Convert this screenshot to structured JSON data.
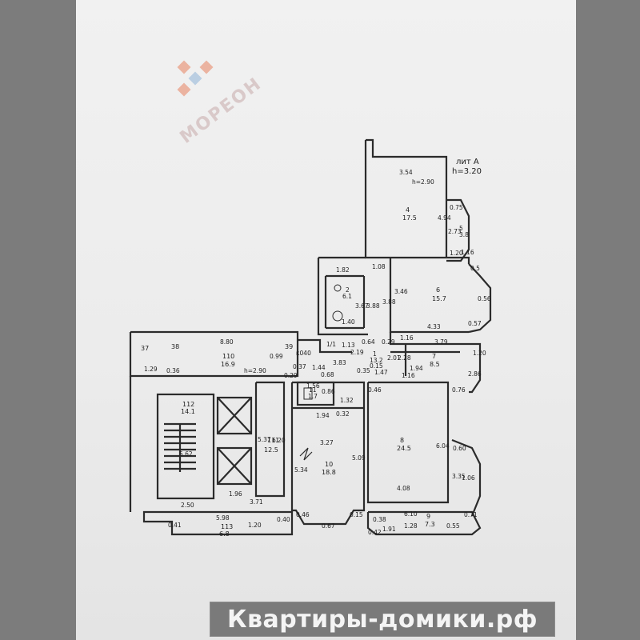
{
  "header": {
    "lit": "лит А",
    "height": "h=3.20"
  },
  "watermark": {
    "brand": "МОРЕОН",
    "logo_colors": [
      "#e8825f",
      "#8fb4d8",
      "#e8825f",
      "#e8825f"
    ]
  },
  "footer": {
    "text": "Квартиры-домики.рф"
  },
  "rooms": {
    "r4": {
      "num": "4",
      "area": "17.5",
      "h": "h=2.90"
    },
    "r5": {
      "num": "5",
      "area": "3.8"
    },
    "r6": {
      "num": "6",
      "area": "15.7"
    },
    "r2": {
      "num": "2",
      "area": "6.1"
    },
    "r1": {
      "num": "1",
      "area": "13.2",
      "top": "1/1"
    },
    "r7": {
      "num": "7",
      "area": "8.5"
    },
    "r110": {
      "num": "110",
      "area": "16.9",
      "h": "h=2.90"
    },
    "r8": {
      "num": "8",
      "area": "24.5"
    },
    "r11": {
      "num": "11",
      "area": "1.7"
    },
    "r10": {
      "num": "10",
      "area": "18.8"
    },
    "r111": {
      "num": "111",
      "area": "12.5"
    },
    "r112": {
      "num": "112",
      "area": "14.1"
    },
    "r113": {
      "num": "113",
      "area": "6.8"
    },
    "r9": {
      "num": "9",
      "area": "7.3"
    }
  },
  "labels": {
    "k040": "к040",
    "n37": "37",
    "n38": "38",
    "n39": "39",
    "h290b": "h=2.90"
  },
  "dims": {
    "d354": "3.54",
    "d494": "4.94",
    "d075": "0.75",
    "d273": "2.73",
    "d116a": "1.16",
    "d120a": "1.20",
    "d182": "1.82",
    "d108": "1.08",
    "d367": "3.67",
    "d388": "3.88",
    "d346": "3.46",
    "d433": "4.33",
    "d056a": "0.56",
    "d057": "0.57",
    "d05": "0.5",
    "d140": "1.40",
    "d113": "1.13",
    "d880": "8.80",
    "d129": "1.29",
    "d036": "0.36",
    "d064": "0.64",
    "d219": "2.19",
    "d383": "3.83",
    "d029a": "0.29",
    "d201": "2.01",
    "d228": "2.28",
    "d116b": "1.16",
    "d379": "3.79",
    "d120b": "1.20",
    "d194": "1.94",
    "d286": "2.86",
    "d076": "0.76",
    "d099": "0.99",
    "d037": "0.37",
    "d029b": "0.29",
    "d144": "1.44",
    "d068": "0.68",
    "d035": "0.35",
    "d015": "0.15",
    "d147": "1.47",
    "d116c": "1.16",
    "d046a": "0.46",
    "d156": "1.56",
    "d086": "0.86",
    "d132": "1.32",
    "d194b": "1.94",
    "d032": "0.32",
    "d327": "3.27",
    "d509": "5.09",
    "d604": "6.04",
    "d534": "5.34",
    "d537": "5.37",
    "d620": "6.20",
    "d562": "5.62",
    "d060": "0.60",
    "d335": "3.35",
    "d106": "1.06",
    "d196": "1.96",
    "d408": "4.08",
    "d250": "2.50",
    "d371": "3.71",
    "d046b": "0.46",
    "d067": "0.67",
    "d015b": "0.15",
    "d610": "6.10",
    "d071": "0.71",
    "d598": "5.98",
    "d041": "0.41",
    "d120c": "1.20",
    "d040": "0.40",
    "d038": "0.38",
    "d042": "0.42",
    "d191": "1.91",
    "d128": "1.28",
    "d055": "0.55"
  }
}
